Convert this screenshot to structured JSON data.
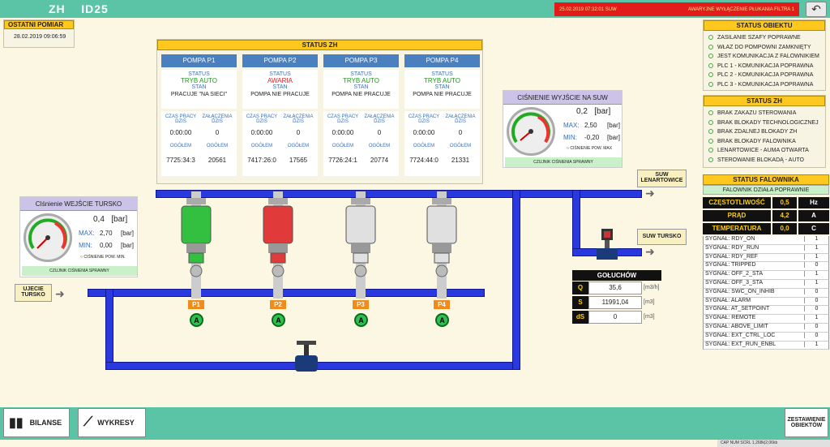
{
  "header": {
    "title": "ZH    ID25",
    "alarm_time": "25.02.2019 07:32:01 SUW",
    "alarm_text": "AWARYJNE WYŁĄCZENIE PŁUKANIA FILTRA 1"
  },
  "last": {
    "title": "OSTATNI POMIAR",
    "value": "28.02.2019 09:06:59"
  },
  "statuszh": {
    "title": "STATUS ZH",
    "pumps": [
      {
        "name": "POMPA P1",
        "status_label": "STATUS",
        "status": "TRYB AUTO",
        "status_color": "grn",
        "stan_label": "STAN",
        "stan": "PRACUJE \"NA SIECI\"",
        "czas_label": "CZAS PRACY DZIŚ",
        "zal_label": "ZAŁĄCZENIA DZIŚ",
        "czas": "0:00:00",
        "zal": "0",
        "og1": "OGÓŁEM",
        "og2": "OGÓŁEM",
        "og_czas": "7725:34:3",
        "og_zal": "20561"
      },
      {
        "name": "POMPA P2",
        "status_label": "STATUS",
        "status": "AWARIA",
        "status_color": "red",
        "stan_label": "STAN",
        "stan": "POMPA NIE PRACUJE",
        "czas_label": "CZAS PRACY DZIŚ",
        "zal_label": "ZAŁĄCZENIA DZIŚ",
        "czas": "0:00:00",
        "zal": "0",
        "og1": "OGÓŁEM",
        "og2": "OGÓŁEM",
        "og_czas": "7417:26:0",
        "og_zal": "17565"
      },
      {
        "name": "POMPA P3",
        "status_label": "STATUS",
        "status": "TRYB AUTO",
        "status_color": "grn",
        "stan_label": "STAN",
        "stan": "POMPA NIE PRACUJE",
        "czas_label": "CZAS PRACY DZIŚ",
        "zal_label": "ZAŁĄCZENIA DZIŚ",
        "czas": "0:00:00",
        "zal": "0",
        "og1": "OGÓŁEM",
        "og2": "OGÓŁEM",
        "og_czas": "7726:24:1",
        "og_zal": "20774"
      },
      {
        "name": "POMPA P4",
        "status_label": "STATUS",
        "status": "TRYB AUTO",
        "status_color": "grn",
        "stan_label": "STAN",
        "stan": "POMPA NIE PRACUJE",
        "czas_label": "CZAS PRACY DZIŚ",
        "zal_label": "ZAŁĄCZENIA DZIŚ",
        "czas": "0:00:00",
        "zal": "0",
        "og1": "OGÓŁEM",
        "og2": "OGÓŁEM",
        "og_czas": "7724:44:0",
        "og_zal": "21331"
      }
    ]
  },
  "suw": {
    "title": "CIŚNIENIE WYJŚCIE NA SUW",
    "value": "0,2",
    "unit": "[bar]",
    "max_label": "MAX:",
    "max": "2,50",
    "min_label": "MIN:",
    "min": "-0,20",
    "alarm": "CIŚNIENIE POW. MAX",
    "ok": "CZUJNIK CIŚNIENIA SPRAWNY"
  },
  "tursko": {
    "title": "CIśnienie WEJŚCIE TURSKO",
    "value": "0,4",
    "unit": "[bar]",
    "max_label": "MAX:",
    "max": "2,70",
    "min_label": "MIN:",
    "min": "0,00",
    "alarm": "CIŚNIENIE POW. MIN.",
    "ok": "CZUJNIK CIŚNIENIA SPRAWNY"
  },
  "obiekt": {
    "title": "STATUS OBIEKTU",
    "items": [
      "ZASILANIE SZAFY POPRAWNE",
      "WŁAZ DO POMPOWNI ZAMKNIĘTY",
      "JEST KOMUNIKACJA Z FALOWNIKIEM",
      "PLC 1 - KOMUNIKACJA POPRAWNA",
      "PLC 2 - KOMUNIKACJA POPRAWNA",
      "PLC 3 - KOMUNIKACJA POPRAWNA"
    ]
  },
  "szh2": {
    "title": "STATUS ZH",
    "items": [
      "BRAK ZAKAZU STEROWANIA",
      "BRAK BLOKADY TECHNOLOGICZNEJ",
      "BRAK ZDALNEJ BLOKADY ZH",
      "BRAK BLOKADY FALOWNIKA",
      "LENARTOWICE - AUMA OTWARTA",
      "STEROWANIE BLOKADĄ - AUTO"
    ]
  },
  "falownik": {
    "title": "STATUS FALOWNIKA",
    "ok": "FALOWNIK DZIAŁA POPRAWNIE",
    "freq_label": "CZĘSTOTLIWOŚĆ",
    "freq": "0,5",
    "freq_unit": "Hz",
    "prad_label": "PRĄD",
    "prad": "4,2",
    "prad_unit": "A",
    "temp_label": "TEMPERATURA",
    "temp": "0,0",
    "temp_unit": "C",
    "signals": [
      [
        "SYGNAŁ: RDY_ON",
        "1"
      ],
      [
        "SYGNAŁ: RDY_RUN",
        "1"
      ],
      [
        "SYGNAŁ: RDY_REF",
        "1"
      ],
      [
        "SYGNAŁ: TRIPPED",
        "0"
      ],
      [
        "SYGNAŁ: OFF_2_STA",
        "1"
      ],
      [
        "SYGNAŁ: OFF_3_STA",
        "1"
      ],
      [
        "SYGNAŁ: SWC_ON_INHIB",
        "0"
      ],
      [
        "SYGNAŁ: ALARM",
        "0"
      ],
      [
        "SYGNAŁ: AT_SETPOINT",
        "0"
      ],
      [
        "SYGNAŁ: REMOTE",
        "1"
      ],
      [
        "SYGNAŁ: ABOVE_LIMIT",
        "0"
      ],
      [
        "SYGNAŁ: EXT_CTRL_LOC",
        "0"
      ],
      [
        "SYGNAŁ: EXT_RUN_ENBL",
        "1"
      ]
    ]
  },
  "golochow": {
    "title": "GOŁUCHÓW",
    "rows": [
      {
        "k": "Q",
        "v": "35,6",
        "u": "[m3/h]"
      },
      {
        "k": "S",
        "v": "11991,04",
        "u": "[m3]"
      },
      {
        "k": "dS",
        "v": "0",
        "u": "[m3]"
      }
    ]
  },
  "scheme": {
    "suw_lenart": "SUW LENARTOWICE",
    "suw_tursko": "SUW TURSKO",
    "ujecie": "UJECIE TURSKO",
    "pumps": [
      "P1",
      "P2",
      "P3",
      "P4"
    ],
    "auto": "A"
  },
  "bottom": {
    "bilanse": "BILANSE",
    "wykresy": "WYKRESY",
    "zest": "ZESTAWIENIE OBIEKTÓW",
    "status": "CAP NUM SCRL     1,268k|2,06kb"
  }
}
